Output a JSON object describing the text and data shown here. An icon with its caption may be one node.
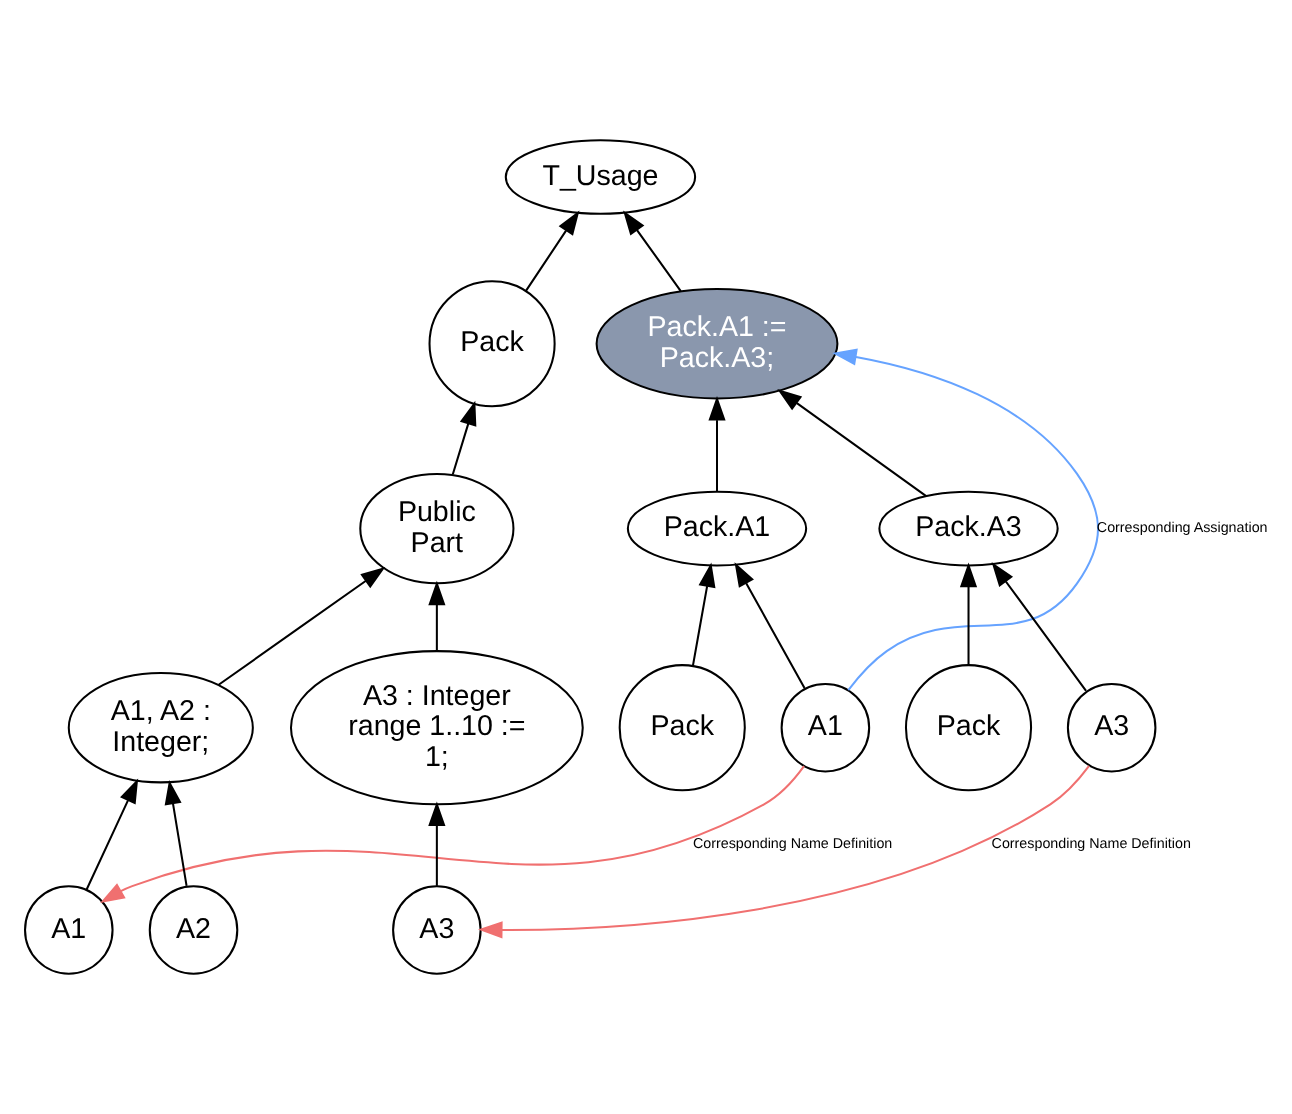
{
  "diagram": {
    "nodes": [
      {
        "text": [
          "T_Usage"
        ]
      },
      {
        "text": [
          "Pack"
        ]
      },
      {
        "text": [
          "Pack.A1 := Pack.A3;"
        ]
      },
      {
        "text": [
          "Public Part"
        ]
      },
      {
        "text": [
          "Pack.A1"
        ]
      },
      {
        "text": [
          "Pack.A3"
        ]
      },
      {
        "text": [
          "A1, A2 : Integer;"
        ]
      },
      {
        "text": [
          "A3 : Integer range 1..10 := 1;"
        ]
      },
      {
        "text": [
          "Pack"
        ]
      },
      {
        "text": [
          "A1"
        ]
      },
      {
        "text": [
          "Pack"
        ]
      },
      {
        "text": [
          "A3"
        ]
      },
      {
        "text": [
          "A1"
        ]
      },
      {
        "text": [
          "A2"
        ]
      },
      {
        "text": [
          "A3"
        ]
      }
    ],
    "edges": [
      {
        "from": 1,
        "to": 0,
        "arrow": "to"
      },
      {
        "from": 2,
        "to": 0,
        "arrow": "to"
      },
      {
        "from": 3,
        "to": 1,
        "arrow": "to"
      },
      {
        "from": 4,
        "to": 2,
        "arrow": "to"
      },
      {
        "from": 5,
        "to": 2,
        "arrow": "to"
      },
      {
        "from": 6,
        "to": 3,
        "arrow": "to"
      },
      {
        "from": 7,
        "to": 3,
        "arrow": "to"
      },
      {
        "from": 8,
        "to": 4,
        "arrow": "to"
      },
      {
        "from": 9,
        "to": 4,
        "arrow": "to"
      },
      {
        "from": 10,
        "to": 5,
        "arrow": "to"
      },
      {
        "from": 11,
        "to": 5,
        "arrow": "to"
      },
      {
        "from": 12,
        "to": 6,
        "arrow": "to"
      },
      {
        "from": 13,
        "to": 6,
        "arrow": "to"
      },
      {
        "from": 14,
        "to": 7,
        "arrow": "to"
      },
      {
        "from": 9,
        "to": 2,
        "arrow": "to",
        "label": "Corresponding Assignation",
        "color": "#66a3ff"
      },
      {
        "from": 9,
        "to": 12,
        "arrow": "to",
        "label": "Corresponding Name Definition",
        "color": "#f07070"
      },
      {
        "from": 11,
        "to": 14,
        "arrow": "to",
        "label": "Corresponding Name Definition",
        "color": "#f07070"
      }
    ]
  }
}
